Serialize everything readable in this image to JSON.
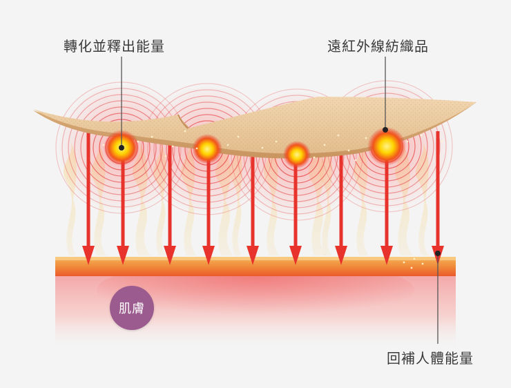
{
  "labels": {
    "release_energy": "轉化並釋出能量",
    "far_infrared_textile": "遠紅外線紡織品",
    "replenish_energy": "回補人體能量",
    "skin": "肌膚"
  },
  "colors": {
    "background": "#f4f4f4",
    "textile": "#e9c9a0",
    "arrow": "#e8332c",
    "ring": "#e84a4a",
    "skin_band": "#f08a3a",
    "skin_glow": "#f3a0a0",
    "badge": "#9b5b8f",
    "leader_line": "#555555"
  },
  "diagram": {
    "arrow_count": 9,
    "emitter_count": 4
  }
}
